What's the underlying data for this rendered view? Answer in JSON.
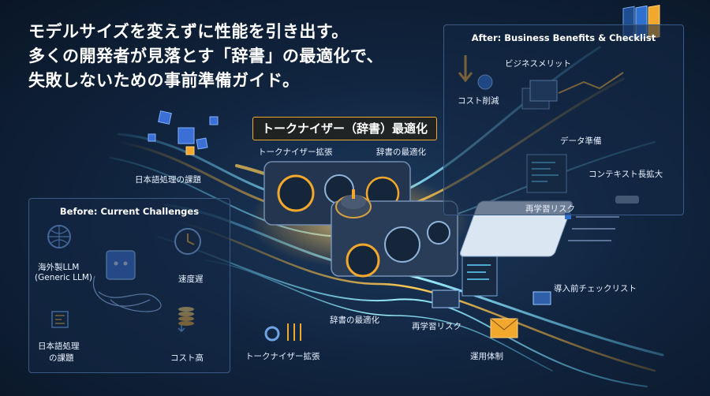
{
  "headline": {
    "line1": "モデルサイズを変えずに性能を引き出す。",
    "line2": "多くの開発者が見落とす「辞書」の最適化で、",
    "line3": "失敗しないための事前準備ガイド。"
  },
  "center": {
    "title": "トークナイザー（辞書）最適化",
    "label_tokenizer": "トークナイザー拡張",
    "label_dictionary": "辞書の最適化",
    "bottom_dictionary": "辞書の最適化",
    "bottom_tokenizer": "トークナイザー拡張",
    "bottom_retrain": "再学習リスク",
    "bottom_ops": "運用体制"
  },
  "before": {
    "title": "Before: Current Challenges",
    "top_label": "日本語処理の課題",
    "generic_llm_line1": "海外製LLM",
    "generic_llm_line2": "(Generic LLM)",
    "japanese_line1": "日本語処理",
    "japanese_line2": "の課題",
    "slow": "速度遅",
    "cost": "コスト高"
  },
  "after": {
    "title": "After: Business Benefits & Checklist",
    "cost_reduction": "コスト削減",
    "business_merit": "ビジネスメリット",
    "data_prep": "データ準備",
    "context_ext": "コンテキスト長拡大",
    "retrain_risk": "再学習リスク",
    "checklist": "導入前チェックリスト"
  },
  "colors": {
    "accent": "#f2a82d",
    "cyan": "#5fd3ff",
    "panel_border": "#3b5a85"
  }
}
